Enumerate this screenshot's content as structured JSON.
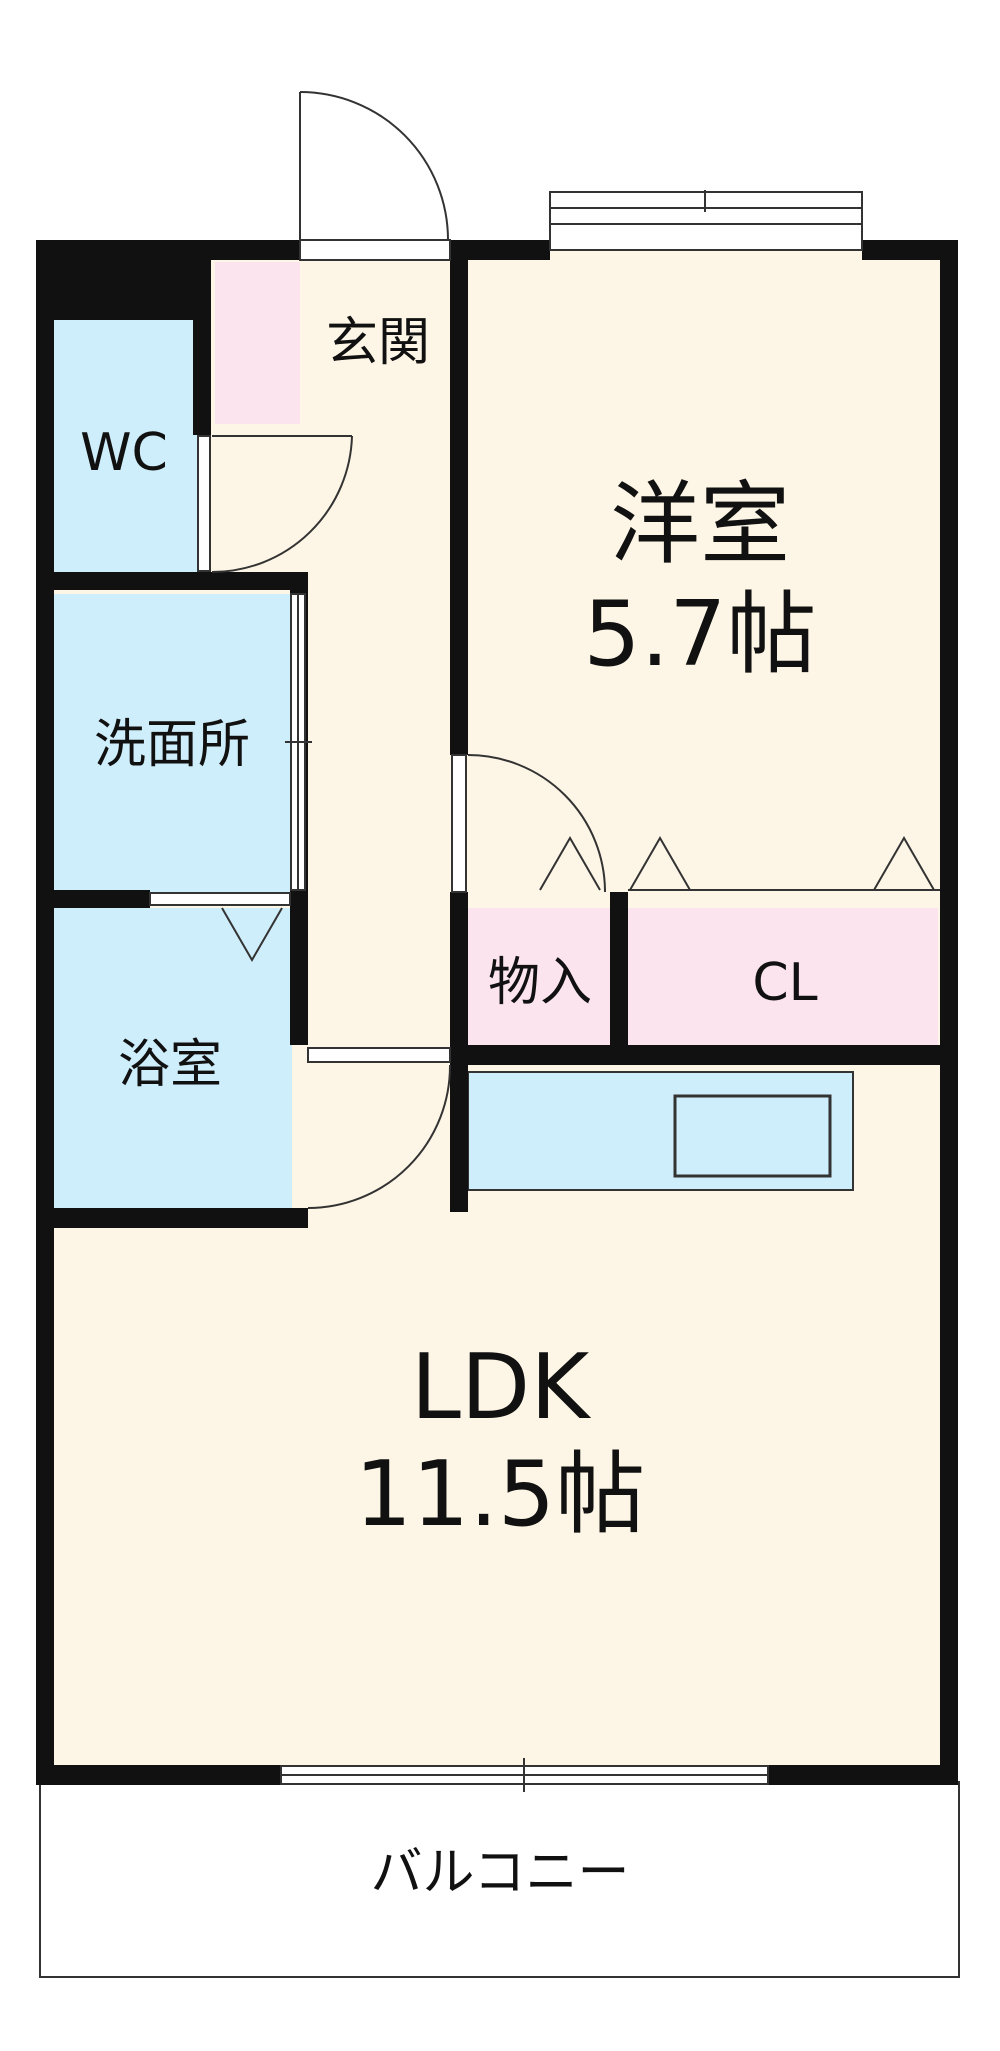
{
  "rooms": {
    "entrance": "玄関",
    "wc": "WC",
    "western_room_name": "洋室",
    "western_room_size": "5.7帖",
    "washroom": "洗面所",
    "storage": "物入",
    "closet": "CL",
    "bathroom": "浴室",
    "ldk_name": "LDK",
    "ldk_size": "11.5帖",
    "balcony": "バルコニー"
  },
  "colors": {
    "living_fill": "#fdf6e6",
    "wet_area_fill": "#cfeefb",
    "storage_fill": "#fbe4ee",
    "wall": "#111111"
  }
}
